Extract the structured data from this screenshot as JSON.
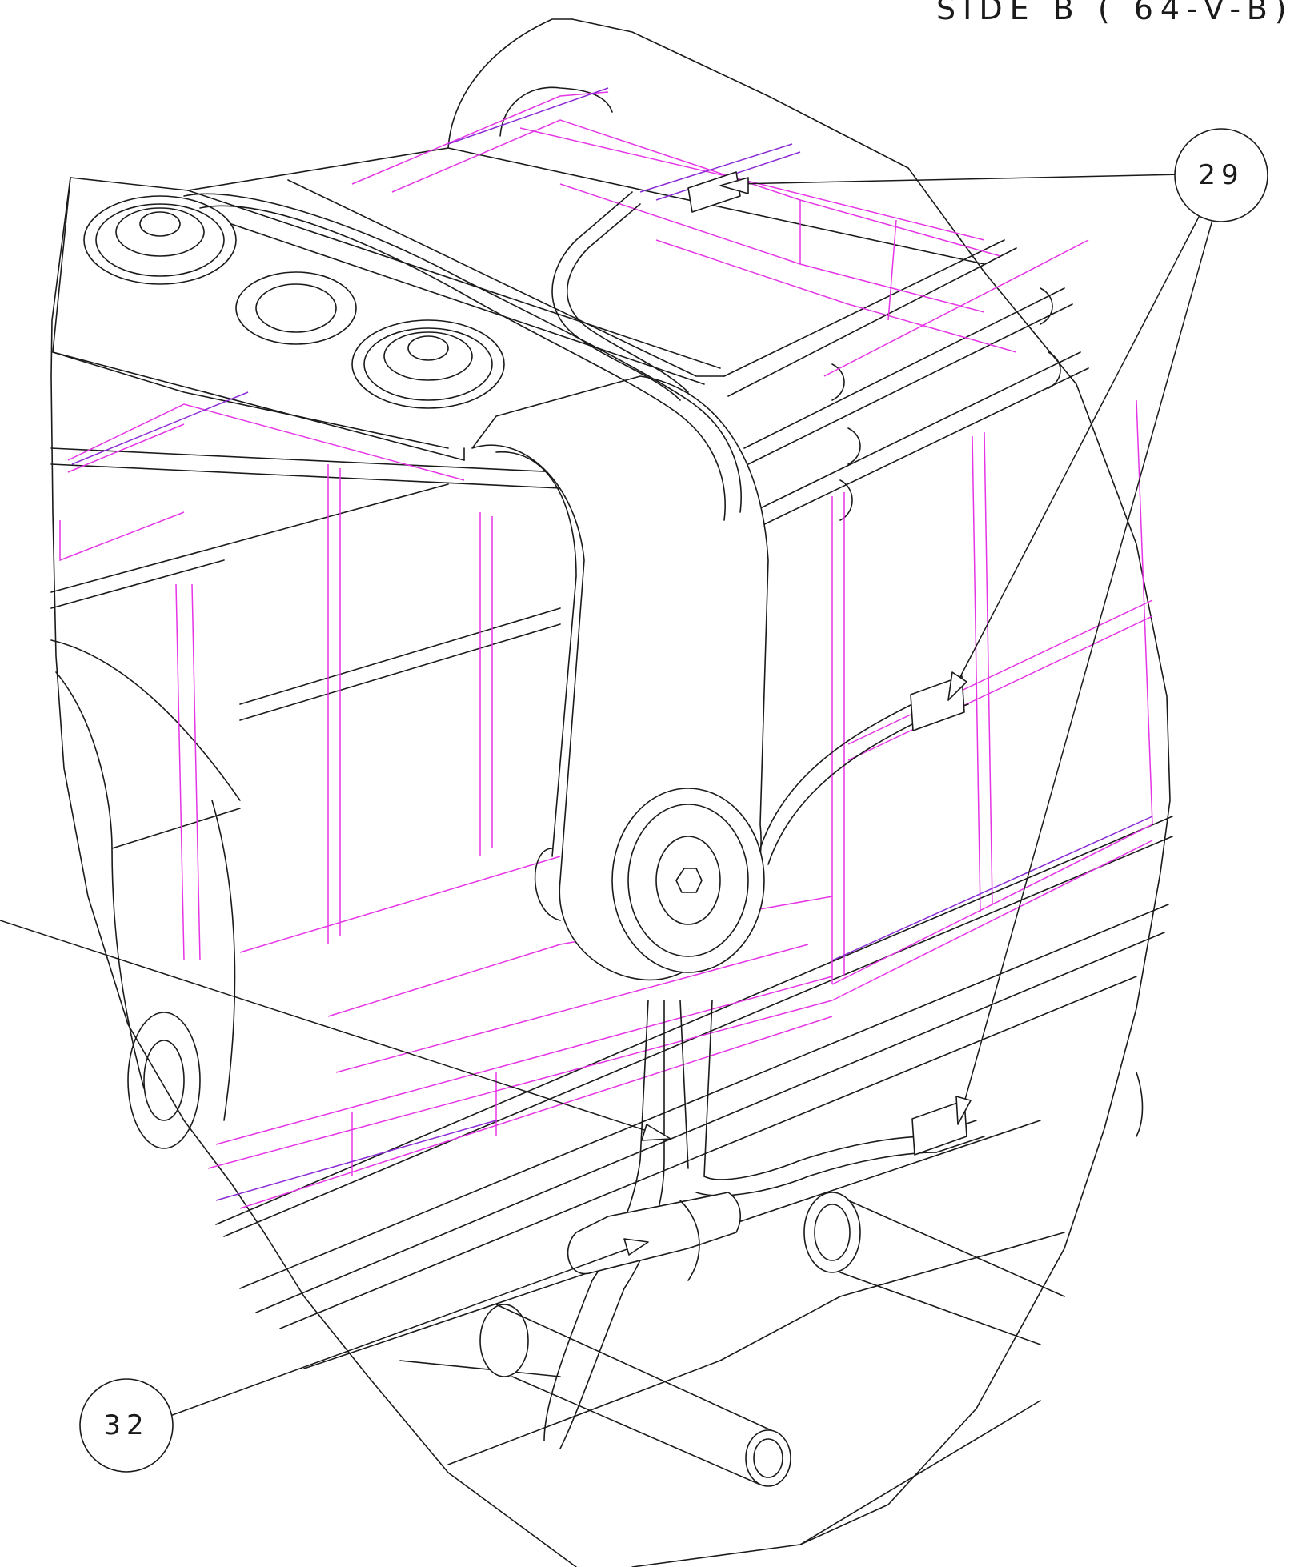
{
  "view_title": "SIDE B ( 64-V-B)",
  "callouts": [
    {
      "number": "29"
    },
    {
      "number": "32"
    }
  ],
  "colors": {
    "line": "#1a1a1a",
    "hidden_line": "#e535e5",
    "hidden_line_dark": "#8a2bd6",
    "background": "#ffffff"
  }
}
